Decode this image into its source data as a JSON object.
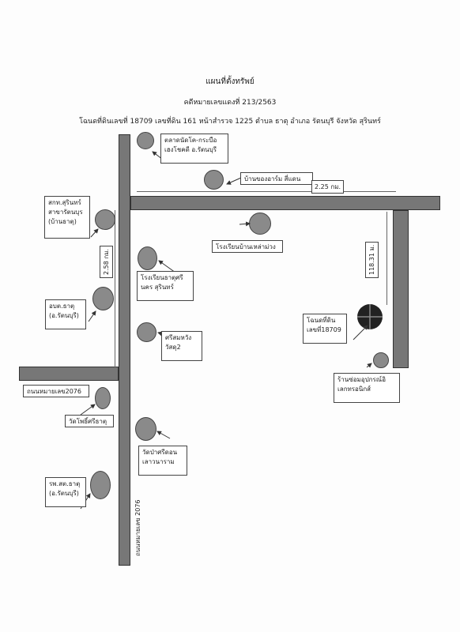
{
  "header": {
    "title": "แผนที่ตั้งทรัพย์",
    "case": "คดีหมายเลขแดงที่ 213/2563",
    "deed": "โฉนดที่ดินเลขที่ 18709 เลขที่ดิน 161 หน้าสำรวจ 1225 ตำบล ธาตุ อำเภอ รัตนบุรี จังหวัด สุรินทร์"
  },
  "labels": {
    "market": "ตลาดนัดโค-กระบือ\nเฮงโชคดี อ.รัตนบุรี",
    "teacher_house": "บ้านของอาร์ม สี่แดน",
    "land_office": "สกท.สุรินทร์\nสาขารัตนบุร\n(บ้านธาตุ)",
    "school_laomuang": "โรงเรียนบ้านเหล่าม่วง",
    "school_thatsri": "โรงเรียนธาตุศรี\nนคร สุรินทร์",
    "obt": "อบต.ธาตุ\n(อ.รัตนบุรี)",
    "srisomwang": "ศรีสมหวัง\nวัสดุ2",
    "land": "โฉนดที่ดิน\nเลขที่18709",
    "shop": "ร้านซ่อมอุปกรณ์อิ\nเลกทรอนิกส์",
    "road2076_h": "ถนนหมายเลข2076",
    "wat_pho": "วัดโพธิ์ศรีธาตุ",
    "wat_pasri": "วัดป่าศรีดอน\nเลาวนาราม",
    "hospital": "รพ.สต.ธาตุ\n(อ.รัตนบุรี)"
  },
  "distances": {
    "horizontal": "2.25 กม.",
    "left_vertical": "2.58 กม.",
    "right_vertical": "118.31 ม.",
    "road2076_v": "ถนนหมายเลข 2076"
  }
}
